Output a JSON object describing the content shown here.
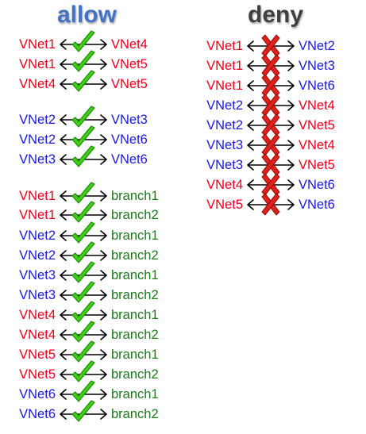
{
  "titles": {
    "allow": "allow",
    "deny": "deny"
  },
  "colors": {
    "vnet_red": "#e8001c",
    "vnet_blue": "#1a1ad6",
    "branch_green": "#1a7a1a",
    "check": "#3ecf16",
    "cross": "#e0201a"
  },
  "allow": [
    {
      "left": "VNet1",
      "left_color": "red",
      "right": "VNet4",
      "right_color": "red"
    },
    {
      "left": "VNet1",
      "left_color": "red",
      "right": "VNet5",
      "right_color": "red"
    },
    {
      "left": "VNet4",
      "left_color": "red",
      "right": "VNet5",
      "right_color": "red"
    },
    {
      "left": "VNet2",
      "left_color": "blue",
      "right": "VNet3",
      "right_color": "blue"
    },
    {
      "left": "VNet2",
      "left_color": "blue",
      "right": "VNet6",
      "right_color": "blue"
    },
    {
      "left": "VNet3",
      "left_color": "blue",
      "right": "VNet6",
      "right_color": "blue"
    },
    {
      "left": "VNet1",
      "left_color": "red",
      "right": "branch1",
      "right_color": "green"
    },
    {
      "left": "VNet1",
      "left_color": "red",
      "right": "branch2",
      "right_color": "green"
    },
    {
      "left": "VNet2",
      "left_color": "blue",
      "right": "branch1",
      "right_color": "green"
    },
    {
      "left": "VNet2",
      "left_color": "blue",
      "right": "branch2",
      "right_color": "green"
    },
    {
      "left": "VNet3",
      "left_color": "blue",
      "right": "branch1",
      "right_color": "green"
    },
    {
      "left": "VNet3",
      "left_color": "blue",
      "right": "branch2",
      "right_color": "green"
    },
    {
      "left": "VNet4",
      "left_color": "red",
      "right": "branch1",
      "right_color": "green"
    },
    {
      "left": "VNet4",
      "left_color": "red",
      "right": "branch2",
      "right_color": "green"
    },
    {
      "left": "VNet5",
      "left_color": "red",
      "right": "branch1",
      "right_color": "green"
    },
    {
      "left": "VNet5",
      "left_color": "red",
      "right": "branch2",
      "right_color": "green"
    },
    {
      "left": "VNet6",
      "left_color": "blue",
      "right": "branch1",
      "right_color": "green"
    },
    {
      "left": "VNet6",
      "left_color": "blue",
      "right": "branch2",
      "right_color": "green"
    }
  ],
  "deny": [
    {
      "left": "VNet1",
      "left_color": "red",
      "right": "VNet2",
      "right_color": "blue"
    },
    {
      "left": "VNet1",
      "left_color": "red",
      "right": "VNet3",
      "right_color": "blue"
    },
    {
      "left": "VNet1",
      "left_color": "red",
      "right": "VNet6",
      "right_color": "blue"
    },
    {
      "left": "VNet2",
      "left_color": "blue",
      "right": "VNet4",
      "right_color": "red"
    },
    {
      "left": "VNet2",
      "left_color": "blue",
      "right": "VNet5",
      "right_color": "red"
    },
    {
      "left": "VNet3",
      "left_color": "blue",
      "right": "VNet4",
      "right_color": "red"
    },
    {
      "left": "VNet3",
      "left_color": "blue",
      "right": "VNet5",
      "right_color": "red"
    },
    {
      "left": "VNet4",
      "left_color": "red",
      "right": "VNet6",
      "right_color": "blue"
    },
    {
      "left": "VNet5",
      "left_color": "red",
      "right": "VNet6",
      "right_color": "blue"
    }
  ]
}
